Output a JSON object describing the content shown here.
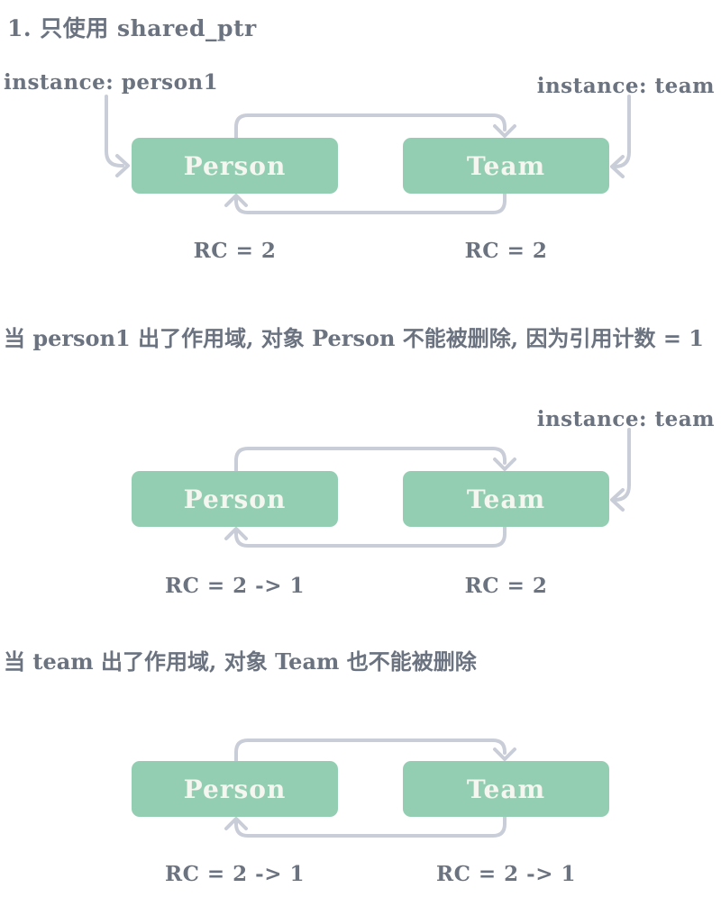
{
  "title": "1. 只使用 shared_ptr",
  "colors": {
    "page-bg": "#ffffff",
    "text": "#6b7380",
    "box-bg": "#93ceb2",
    "box-text": "#f4f6ef",
    "arrow": "#c9cdd8"
  },
  "captions": {
    "after_diagram1": "当 person1 出了作用域, 对象 Person 不能被删除, 因为引用计数 = 1",
    "after_diagram2": "当 team 出了作用域, 对象 Team 也不能被删除"
  },
  "diagrams": [
    {
      "instance_left": "instance: person1",
      "instance_right": "instance: team",
      "person_label": "Person",
      "team_label": "Team",
      "rc_person": "RC = 2",
      "rc_team": "RC = 2"
    },
    {
      "instance_right": "instance: team",
      "person_label": "Person",
      "team_label": "Team",
      "rc_person": "RC = 2 -> 1",
      "rc_team": "RC = 2"
    },
    {
      "person_label": "Person",
      "team_label": "Team",
      "rc_person": "RC = 2 -> 1",
      "rc_team": "RC = 2 -> 1"
    }
  ]
}
